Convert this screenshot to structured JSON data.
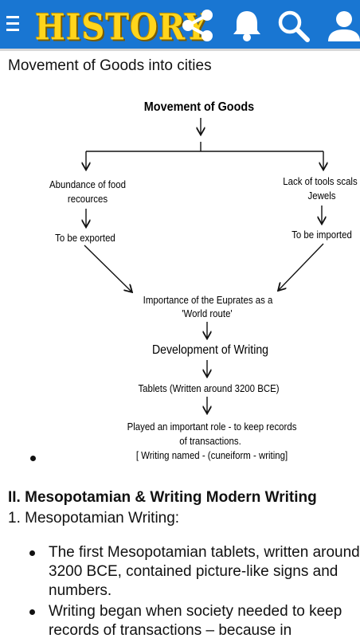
{
  "header": {
    "brand": "HISTORY",
    "icons": [
      "menu-icon",
      "share-icon",
      "bell-icon",
      "search-icon",
      "account-icon"
    ],
    "colors": {
      "bar": "#1976d2",
      "brand": "#ffd51c"
    }
  },
  "section_title": "Movement of Goods into cities",
  "diagram": {
    "title": "Movement of Goods",
    "left_label_1": "Abundance of food",
    "left_label_2": "recources",
    "left_result": "To be  exported",
    "right_label_1": "Lack of  tools scals",
    "right_label_2": "Jewels",
    "right_result": "To be imported",
    "center_1a": "Importance of the Euprates as a",
    "center_1b": "'World route'",
    "center_2": "Development of Writing",
    "center_3": "Tablets (Written around 3200 BCE)",
    "center_4a": "Played an important role - to keep records",
    "center_4b": "of transactions.",
    "center_4c": "[ Writing named - (cuneiform - writing]"
  },
  "heading2": "II. Mesopotamian & Writing  Modern Writing",
  "subheading": "1. Mesopotamian Writing:",
  "points": [
    "The first Mesopotamian tablets, written around 3200 BCE, contained picture-like signs and numbers.",
    "Writing began when society needed to keep records of transactions – because in"
  ]
}
